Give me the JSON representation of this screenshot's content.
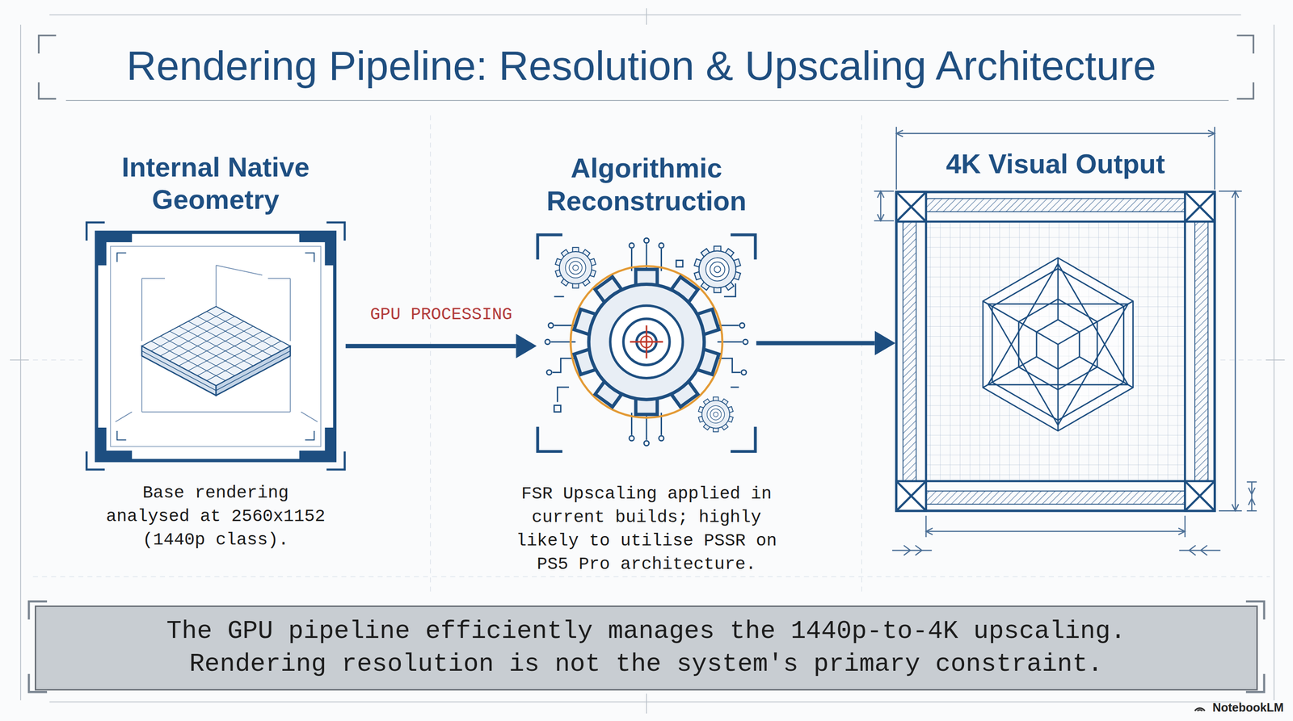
{
  "diagram": {
    "title": "Rendering Pipeline: Resolution & Upscaling Architecture",
    "nodes": [
      {
        "text": [
          "Internal Native Geometry",
          "Base rendering analysed at 2560x1152 (1440p class)."
        ]
      },
      {
        "text": [
          "Algorithmic Reconstruction",
          "FSR Upscaling applied in current builds; highly likely to utilise PSSR on PS5 Pro architecture."
        ]
      },
      {
        "text": [
          "4K Visual Output"
        ]
      },
      {
        "text": [
          "The GPU pipeline efficiently manages the 1440p-to-4K upscaling. Rendering resolution is not the system's primary constraint."
        ]
      }
    ],
    "edges": [
      {
        "from": 0,
        "to": 1,
        "arrow": "to",
        "label": "GPU PROCESSING"
      },
      {
        "from": 1,
        "to": 2,
        "arrow": "to"
      }
    ],
    "labels": [
      "NotebookLM"
    ]
  }
}
